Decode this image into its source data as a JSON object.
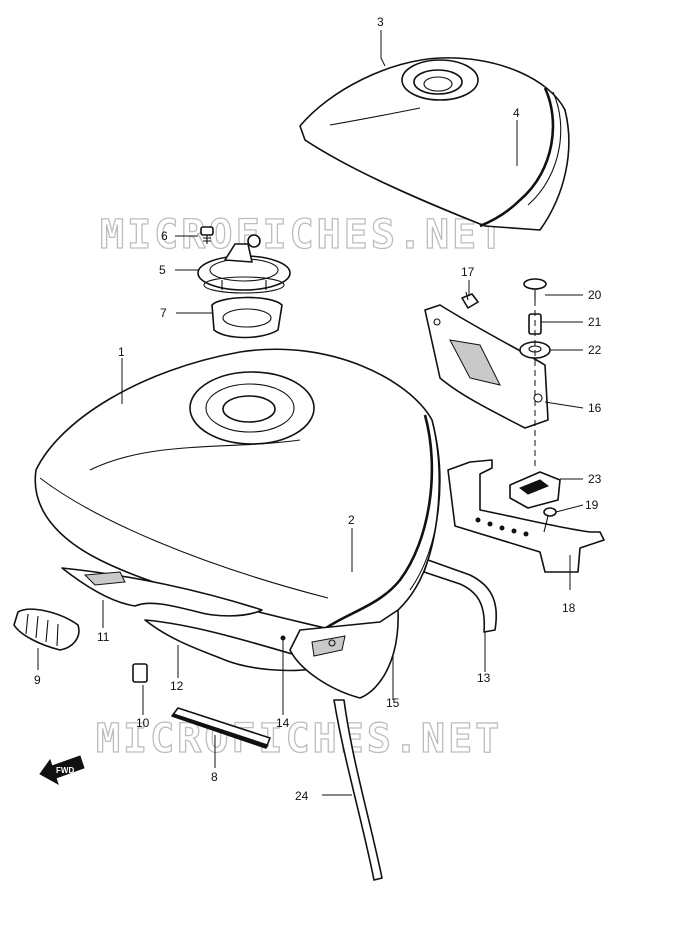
{
  "watermark": {
    "text": "MICROFICHES.NET"
  },
  "direction_marker": {
    "label": "FWD"
  },
  "callouts": [
    {
      "id": "c1",
      "label": "1"
    },
    {
      "id": "c2",
      "label": "2"
    },
    {
      "id": "c3",
      "label": "3"
    },
    {
      "id": "c4",
      "label": "4"
    },
    {
      "id": "c5",
      "label": "5"
    },
    {
      "id": "c6",
      "label": "6"
    },
    {
      "id": "c7",
      "label": "7"
    },
    {
      "id": "c8",
      "label": "8"
    },
    {
      "id": "c9",
      "label": "9"
    },
    {
      "id": "c10",
      "label": "10"
    },
    {
      "id": "c11",
      "label": "11"
    },
    {
      "id": "c12",
      "label": "12"
    },
    {
      "id": "c13",
      "label": "13"
    },
    {
      "id": "c14",
      "label": "14"
    },
    {
      "id": "c15",
      "label": "15"
    },
    {
      "id": "c16",
      "label": "16"
    },
    {
      "id": "c17",
      "label": "17"
    },
    {
      "id": "c18",
      "label": "18"
    },
    {
      "id": "c19",
      "label": "19"
    },
    {
      "id": "c20",
      "label": "20"
    },
    {
      "id": "c21",
      "label": "21"
    },
    {
      "id": "c22",
      "label": "22"
    },
    {
      "id": "c23",
      "label": "23"
    },
    {
      "id": "c24",
      "label": "24"
    }
  ]
}
